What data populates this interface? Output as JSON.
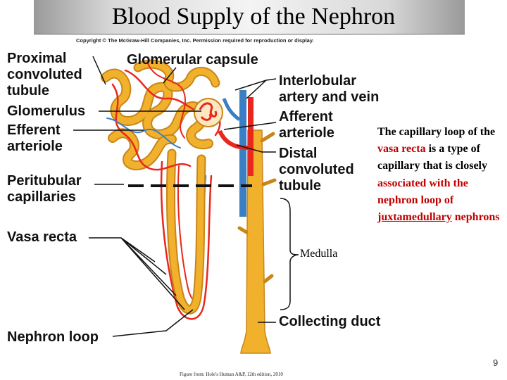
{
  "slide": {
    "title": "Blood Supply of the Nephron",
    "copyright": "Copyright © The McGraw-Hill Companies, Inc. Permission required for reproduction or display.",
    "page_number": "9",
    "caption": "Figure from: Hole's Human A&P, 12th edition, 2010"
  },
  "labels": {
    "proximal": "Proximal\nconvoluted\ntubule",
    "glomerular_capsule": "Glomerular capsule",
    "interlobular": "Interlobular\nartery and vein",
    "glomerulus": "Glomerulus",
    "efferent": "Efferent\narteriole",
    "afferent": "Afferent\narteriole",
    "distal": "Distal\nconvoluted\ntubule",
    "peritubular": "Peritubular\ncapillaries",
    "vasa_recta": "Vasa recta",
    "medulla": "Medulla",
    "collecting_duct": "Collecting duct",
    "nephron_loop": "Nephron loop"
  },
  "side_text": {
    "part1": "The capillary loop of the ",
    "vasa_recta": "vasa recta",
    "part2": " is a type of capillary that is closely ",
    "associated": "associated with the nephron loop of",
    "space": " ",
    "juxtamedullary": "juxtamedullary",
    "nephrons": "nephrons"
  },
  "colors": {
    "artery": "#e8281e",
    "vein": "#3a7fc4",
    "tubule": "#f2b12c",
    "tubule_shade": "#c8861a",
    "highlight_text": "#c00000"
  }
}
